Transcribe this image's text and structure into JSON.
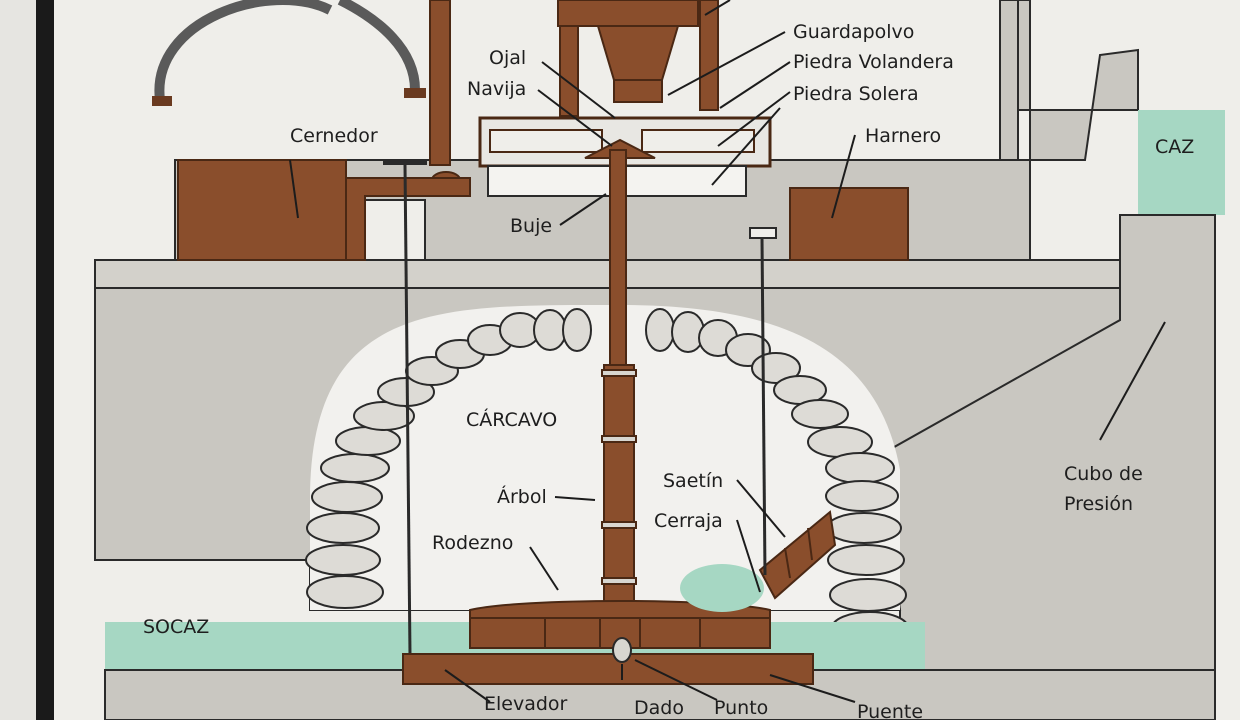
{
  "diagram": {
    "labels": {
      "guardapolvo": "Guardapolvo",
      "piedra_volandera": "Piedra Volandera",
      "piedra_solera": "Piedra Solera",
      "harnero": "Harnero",
      "ojal": "Ojal",
      "navija": "Navija",
      "cernedor": "Cernedor",
      "buje": "Buje",
      "caz": "CAZ",
      "carcavo": "CÁRCAVO",
      "arbol": "Árbol",
      "saetin": "Saetín",
      "cerraja": "Cerraja",
      "rodezno": "Rodezno",
      "cubo_line1": "Cubo de",
      "cubo_line2": "Presión",
      "socaz": "SOCAZ",
      "elevador": "Elevador",
      "dado": "Dado",
      "punto": "Punto",
      "puente": "Puente"
    },
    "colors": {
      "wood": "#8a4e2c",
      "wood_dark": "#6b3a20",
      "stone": "#c9c7c1",
      "stone_dark": "#b4b2ab",
      "water": "#a6d7c3",
      "background": "#efeeea",
      "frame": "#1a1a1a"
    }
  }
}
